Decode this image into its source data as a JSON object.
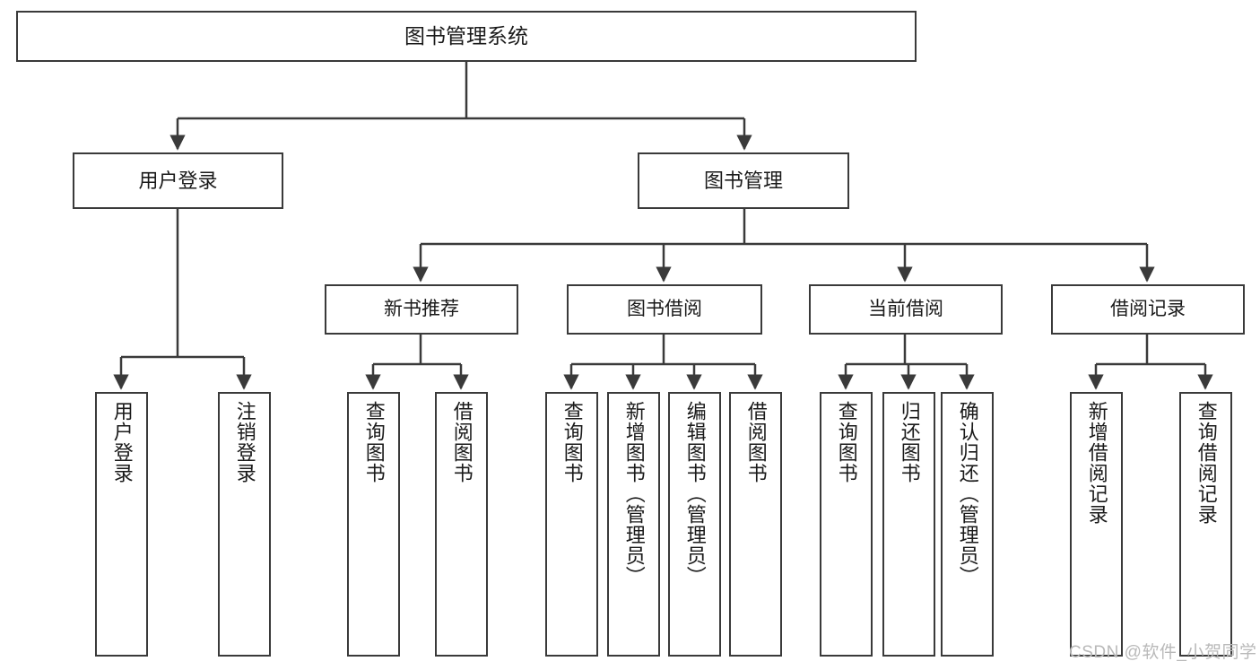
{
  "diagram": {
    "title": "图书管理系统",
    "type": "function-structure-tree",
    "stroke_color": "#3a3a3a",
    "background_color": "#ffffff",
    "text_color": "#1a1a1a"
  },
  "root": {
    "label": "图书管理系统"
  },
  "level2": [
    {
      "label": "用户登录"
    },
    {
      "label": "图书管理"
    }
  ],
  "level3": [
    {
      "label": "新书推荐"
    },
    {
      "label": "图书借阅"
    },
    {
      "label": "当前借阅"
    },
    {
      "label": "借阅记录"
    }
  ],
  "leaves": {
    "user_login": [
      {
        "label": "用户登录"
      },
      {
        "label": "注销登录"
      }
    ],
    "new_book_recommend": [
      {
        "label": "查询图书"
      },
      {
        "label": "借阅图书"
      }
    ],
    "book_borrow": [
      {
        "label": "查询图书"
      },
      {
        "label": "新增图书（管理员）"
      },
      {
        "label": "编辑图书（管理员）"
      },
      {
        "label": "借阅图书"
      }
    ],
    "current_borrow": [
      {
        "label": "查询图书"
      },
      {
        "label": "归还图书"
      },
      {
        "label": "确认归还（管理员）"
      }
    ],
    "borrow_record": [
      {
        "label": "新增借阅记录"
      },
      {
        "label": "查询借阅记录"
      }
    ]
  },
  "watermark": {
    "text": "CSDN @软件_小贺同学"
  }
}
